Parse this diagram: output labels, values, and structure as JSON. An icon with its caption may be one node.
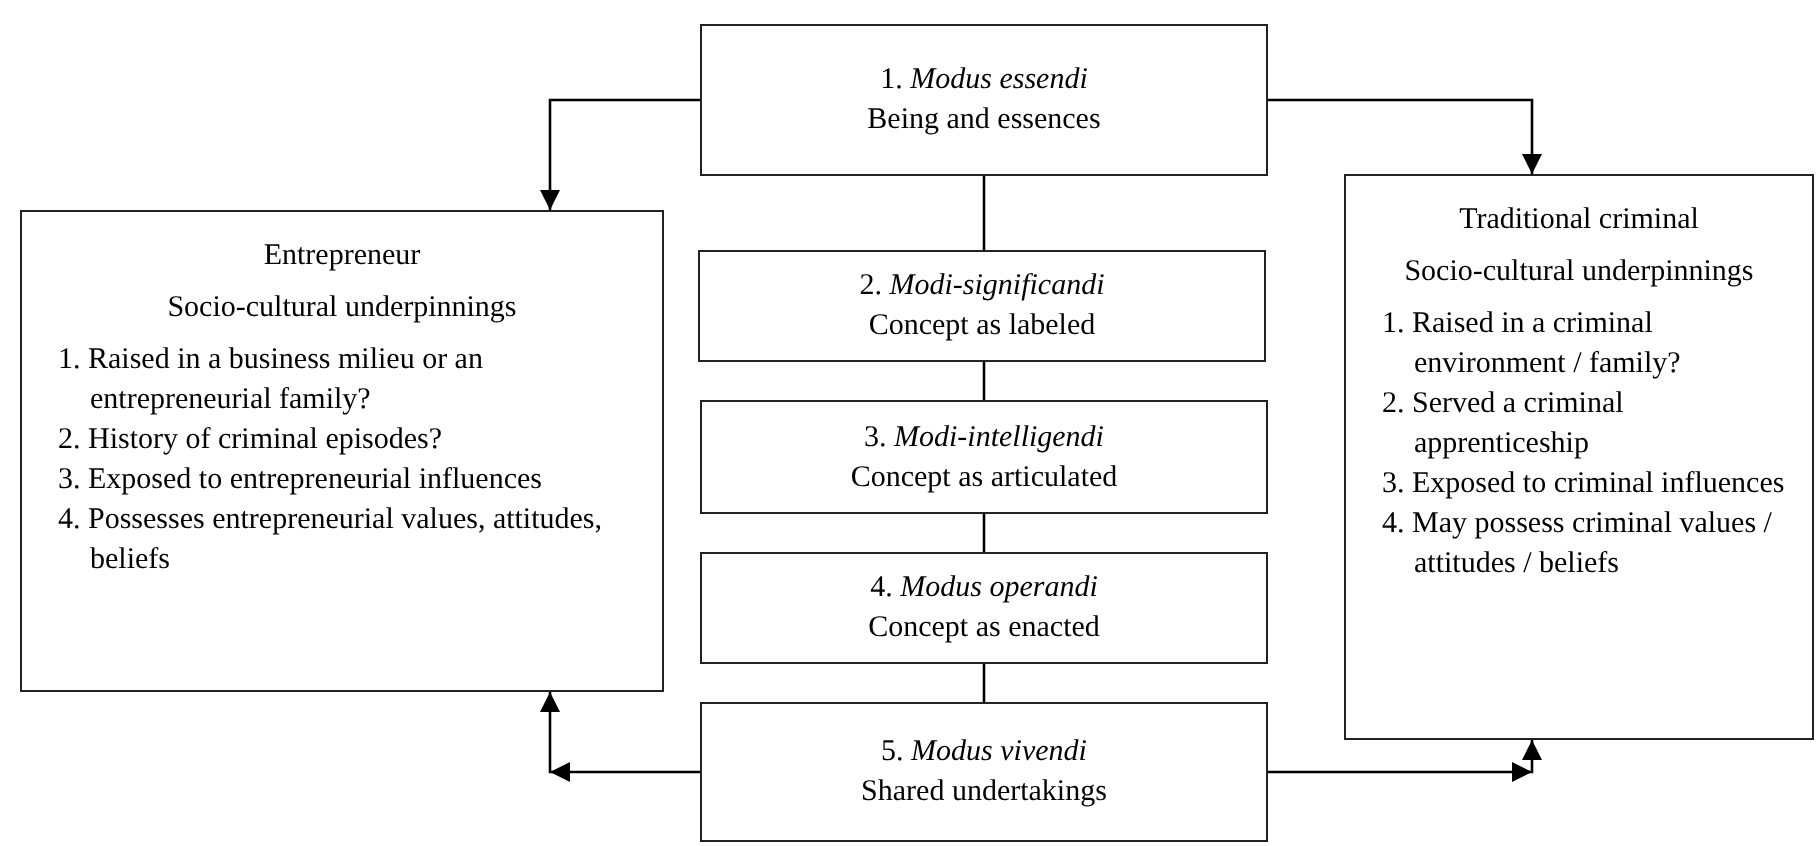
{
  "diagram": {
    "nodes": [
      {
        "text": [
          "1. *Modus essendi*",
          "Being and essences"
        ]
      },
      {
        "text": [
          "Entrepreneur",
          "Socio-cultural underpinnings",
          "1. Raised in a business milieu or an entrepreneurial family?",
          "2. History of criminal episodes?",
          "3. Exposed to entrepreneurial influences",
          "4. Possesses entrepreneurial values, attitudes, beliefs"
        ]
      },
      {
        "text": [
          "2. *Modi-significandi*",
          "Concept as labeled"
        ]
      },
      {
        "text": [
          "3. *Modi-intelligendi*",
          "Concept as articulated"
        ]
      },
      {
        "text": [
          "4. *Modus operandi*",
          "Concept as enacted"
        ]
      },
      {
        "text": [
          "5. *Modus vivendi*",
          "Shared undertakings"
        ]
      },
      {
        "text": [
          "Traditional criminal",
          "Socio-cultural underpinnings",
          "1. Raised in a criminal environment / family?",
          "2. Served a criminal apprenticeship",
          "3. Exposed to criminal influences",
          "4. May possess criminal values / attitudes / beliefs"
        ]
      }
    ],
    "edges": [
      {
        "from": 0,
        "to": 1,
        "arrow": "to"
      },
      {
        "from": 0,
        "to": 6,
        "arrow": "to"
      },
      {
        "from": 0,
        "to": 2,
        "arrow": "none"
      },
      {
        "from": 2,
        "to": 3,
        "arrow": "none"
      },
      {
        "from": 3,
        "to": 4,
        "arrow": "none"
      },
      {
        "from": 4,
        "to": 5,
        "arrow": "none"
      },
      {
        "from": 5,
        "to": 1,
        "arrow": "to"
      },
      {
        "from": 5,
        "to": 6,
        "arrow": "to"
      }
    ]
  }
}
